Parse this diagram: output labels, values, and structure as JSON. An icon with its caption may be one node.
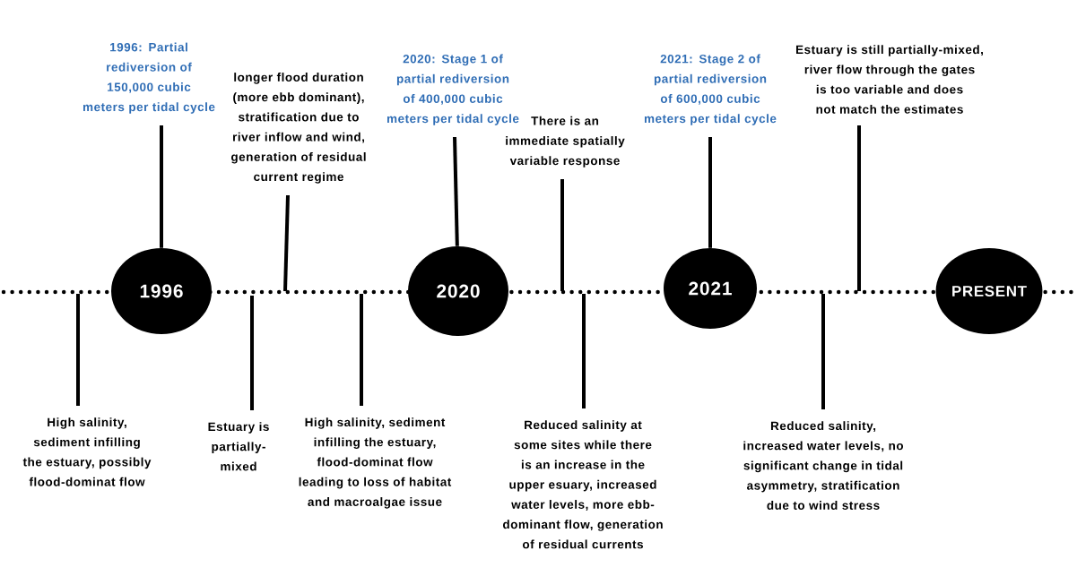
{
  "diagram": {
    "nodes": [
      {
        "text": [
          "1996"
        ]
      },
      {
        "text": [
          "2020"
        ]
      },
      {
        "text": [
          "2021"
        ]
      },
      {
        "text": [
          "PRESENT"
        ]
      },
      {
        "text": [
          "1996: Partial rediversion of 150,000 cubic meters per tidal cycle"
        ]
      },
      {
        "text": [
          "longer flood duration (more ebb dominant), stratification due to river inflow and wind,  generation of residual current regime"
        ]
      },
      {
        "text": [
          "2020: Stage 1 of partial rediversion of 400,000 cubic meters per tidal cycle"
        ]
      },
      {
        "text": [
          "There is an immediate spatially variable response"
        ]
      },
      {
        "text": [
          "2021: Stage 2 of partial rediversion of 600,000 cubic meters per tidal cycle"
        ]
      },
      {
        "text": [
          "Estuary is still partially-mixed, river flow through the gates is too variable and does not match the estimates"
        ]
      },
      {
        "text": [
          "High salinity, sediment infilling the estuary, possibly flood-dominat flow"
        ]
      },
      {
        "text": [
          "Estuary is partially-mixed"
        ]
      },
      {
        "text": [
          "High salinity, sediment infilling the estuary, flood-dominat flow leading to loss of habitat and macroalgae issue"
        ]
      },
      {
        "text": [
          "Reduced salinity at some sites while there is an increase in the upper esuary, increased water levels, more ebb-dominant flow, generation of residual currents"
        ]
      },
      {
        "text": [
          "Reduced salinity, increased water levels, no significant change in tidal asymmetry, stratification due to wind stress"
        ]
      }
    ],
    "edges": [
      {
        "from": 4,
        "to": 0,
        "arrow": "none"
      },
      {
        "from": 5,
        "to": null,
        "arrow": "none"
      },
      {
        "from": 6,
        "to": 1,
        "arrow": "none"
      },
      {
        "from": 7,
        "to": null,
        "arrow": "none"
      },
      {
        "from": 8,
        "to": 2,
        "arrow": "none"
      },
      {
        "from": 9,
        "to": null,
        "arrow": "none"
      },
      {
        "from": 10,
        "to": null,
        "arrow": "none"
      },
      {
        "from": 11,
        "to": null,
        "arrow": "none"
      },
      {
        "from": 12,
        "to": null,
        "arrow": "none"
      },
      {
        "from": 13,
        "to": null,
        "arrow": "none"
      },
      {
        "from": 14,
        "to": null,
        "arrow": "none"
      }
    ]
  }
}
